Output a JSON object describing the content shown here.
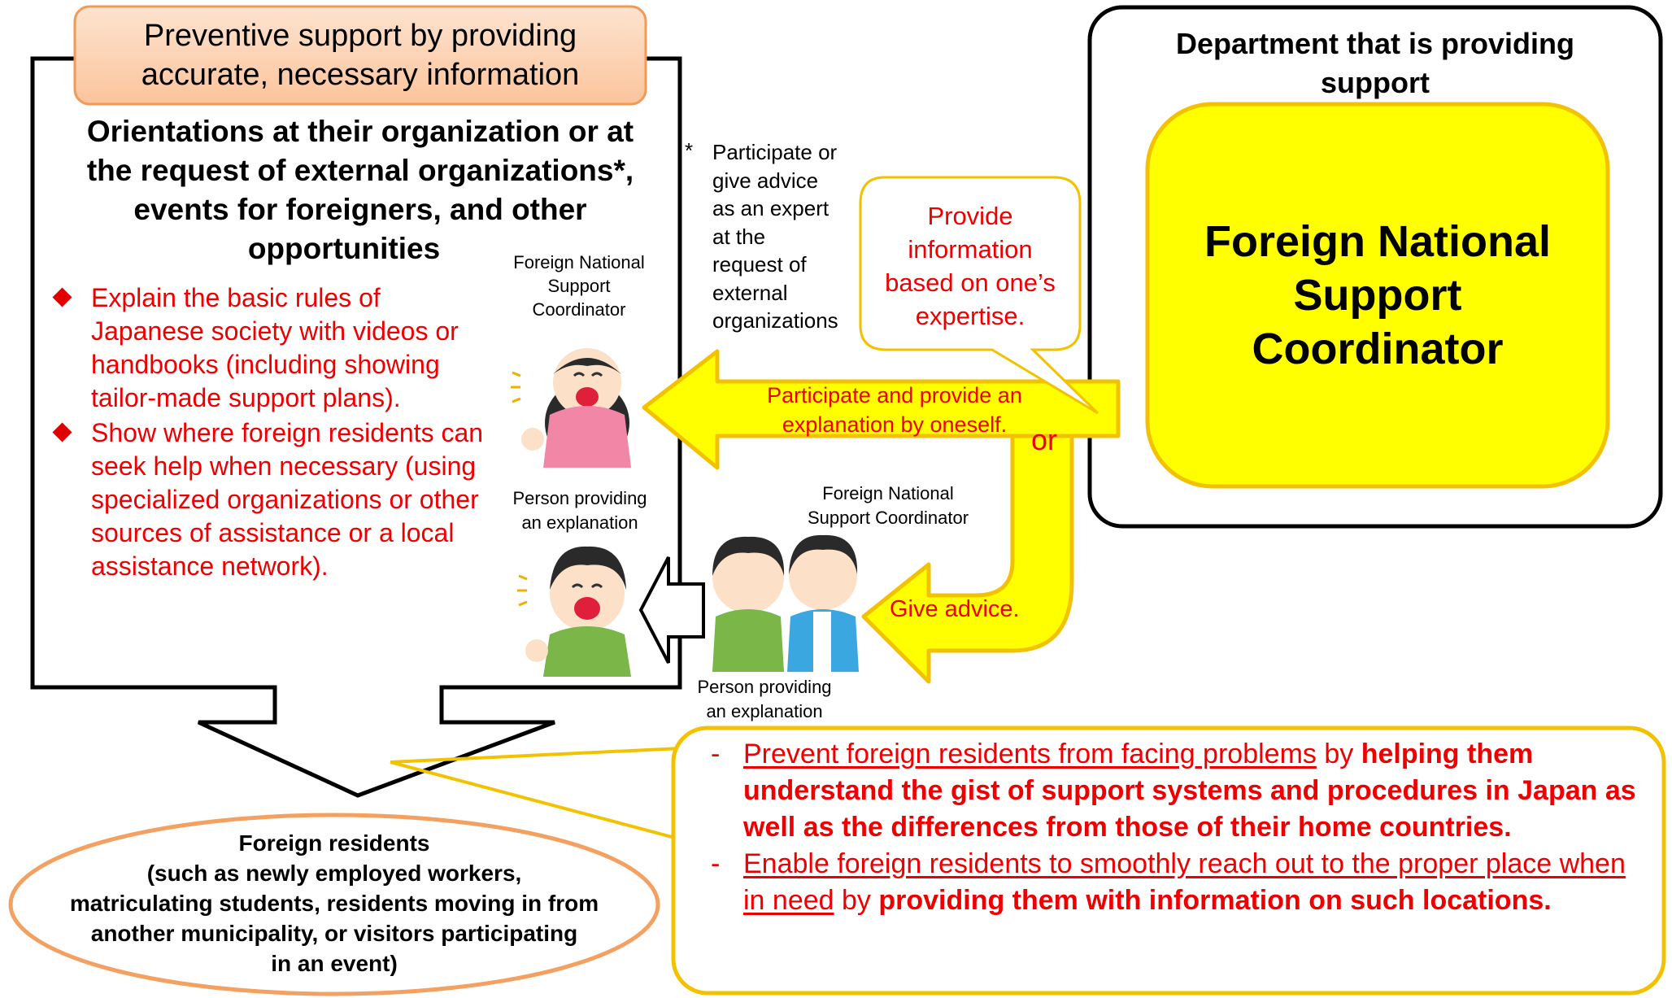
{
  "banner": {
    "line1": "Preventive support by providing",
    "line2": "accurate, necessary information"
  },
  "orientation": {
    "title": [
      "Orientations at their organization or at",
      "the request of external organizations*,",
      "events for foreigners, and other",
      "opportunities"
    ],
    "bullets": [
      "Explain the basic rules of Japanese society with videos or handbooks (including showing tailor-made support plans).",
      "Show where foreign residents can seek help when necessary (using specialized organizations or other sources of assistance or a local assistance network)."
    ]
  },
  "footnote": {
    "mark": "*",
    "lines": [
      "Participate or",
      "give advice",
      "as an expert",
      "at the",
      "request of",
      "external",
      "organizations"
    ]
  },
  "department": {
    "title": [
      "Department that is providing",
      "support"
    ],
    "coordinator": [
      "Foreign National",
      "Support",
      "Coordinator"
    ]
  },
  "speech_bubble": [
    "Provide",
    "information",
    "based on one’s",
    "expertise."
  ],
  "arrows": {
    "participate": [
      "Participate and provide an",
      "explanation by oneself."
    ],
    "or": "or",
    "advice": "Give advice."
  },
  "figures": {
    "coordinator_top": [
      "Foreign National",
      "Support",
      "Coordinator"
    ],
    "person_left": [
      "Person providing",
      "an explanation"
    ],
    "coordinator_right": [
      "Foreign National",
      "Support Coordinator"
    ],
    "person_bottom": [
      "Person providing",
      "an explanation"
    ]
  },
  "residents": [
    "Foreign residents",
    "(such as newly employed workers,",
    "matriculating students, residents moving in from",
    "another municipality, or visitors participating",
    "in an event)"
  ],
  "outcomes": [
    {
      "dash": "-",
      "underlined": "Prevent foreign residents from facing problems",
      "plain": " by ",
      "bold": "helping them understand the gist of support systems and procedures in Japan as well as the differences from those of their home countries."
    },
    {
      "dash": "-",
      "underlined": "Enable foreign residents to smoothly reach out to the proper place when in need",
      "plain": " by ",
      "bold": "providing them with information on such locations."
    }
  ],
  "colors": {
    "accent_red": "#ee0000",
    "yellow": "#ffff00",
    "yellow_border": "#f2c200",
    "orange": "#f4a060",
    "peach": "#fcd3b4"
  }
}
